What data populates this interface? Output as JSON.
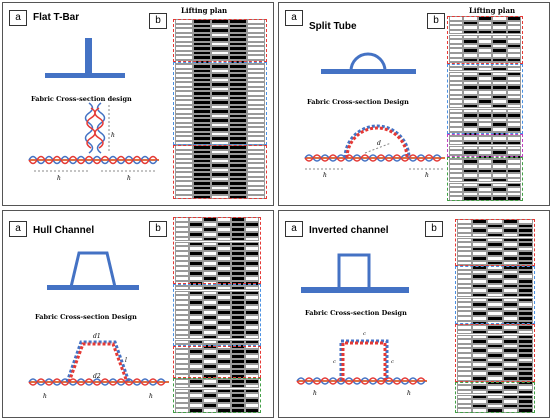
{
  "panels": [
    {
      "id": "p1",
      "tag_a": "a",
      "tag_b": "b",
      "title": "Flat T-Bar",
      "subtitle": "Fabric Cross-section design",
      "plan_label": "Lifting plan",
      "dims": [
        "h",
        "h",
        "h"
      ]
    },
    {
      "id": "p2",
      "tag_a": "a",
      "tag_b": "b",
      "title": "Split Tube",
      "subtitle": "Fabric Cross-section Design",
      "plan_label": "Lifting plan",
      "dims": [
        "d",
        "h",
        "h"
      ]
    },
    {
      "id": "p3",
      "tag_a": "a",
      "tag_b": "b",
      "title": "Hull Channel",
      "subtitle": "Fabric Cross-section Design",
      "dims": [
        "d1",
        "d2",
        "l",
        "h",
        "h"
      ]
    },
    {
      "id": "p4",
      "tag_a": "a",
      "tag_b": "b",
      "title": "Inverted channel",
      "subtitle": "Fabric Cross-section Design",
      "dims": [
        "c",
        "c",
        "c",
        "h",
        "h"
      ]
    }
  ],
  "colors": {
    "shape": "#4472c4",
    "red": "#e53935",
    "blue": "#4a90e2",
    "magenta": "#c040c0",
    "green": "#43a047",
    "cell": "#000000"
  }
}
